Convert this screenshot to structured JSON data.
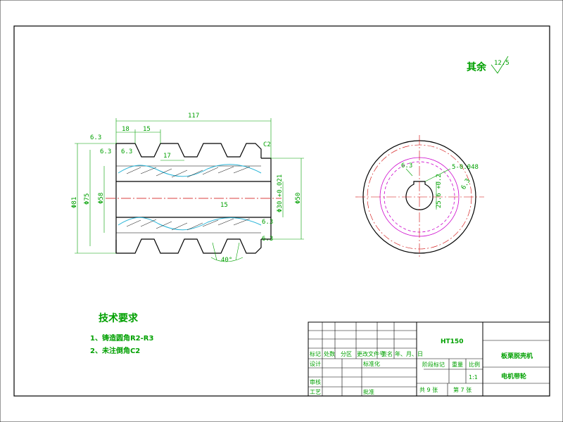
{
  "dimensions": {
    "overall_length": "117",
    "groove_offset": "18",
    "groove_pitch": "15",
    "groove_width": "17",
    "groove_angle": "40°",
    "chamfer": "C2",
    "roughness_left": "6.3",
    "roughness_groove": "6.3",
    "roughness_rb1": "6.3",
    "roughness_rb2": "6.3",
    "roughness_side": "6.3",
    "hatch_roughness": "15",
    "dia_outer": "Φ81",
    "dia_groove": "Φ75",
    "dia_body": "Φ58",
    "dia_bore": "Φ30 +0.021",
    "dia_hub": "Φ50",
    "key_width": "25.6 +0.2",
    "key_depth": "5-0.048",
    "roughness_key": "6.3",
    "roughness_end": "6.3"
  },
  "surface_note": {
    "label": "其余",
    "value": "12.5"
  },
  "requirements": {
    "title": "技术要求",
    "items": [
      "1、铸造圆角R2-R3",
      "2、未注倒角C2"
    ]
  },
  "title_block": {
    "material": "HT150",
    "name": "板栗脱壳机",
    "part": "电机带轮",
    "scale": "1:1",
    "headers": [
      "标记",
      "处数",
      "分区",
      "更改文件号",
      "签名",
      "年、月、日"
    ],
    "row_design": [
      "设计",
      "",
      "",
      "标准化"
    ],
    "row_review": "审核",
    "row_process": [
      "工艺",
      "批准"
    ],
    "stage_label": "阶段标记",
    "weight_label": "重量",
    "scale_label": "比例",
    "total": "共 9 张",
    "sheet": "第 7 张"
  }
}
